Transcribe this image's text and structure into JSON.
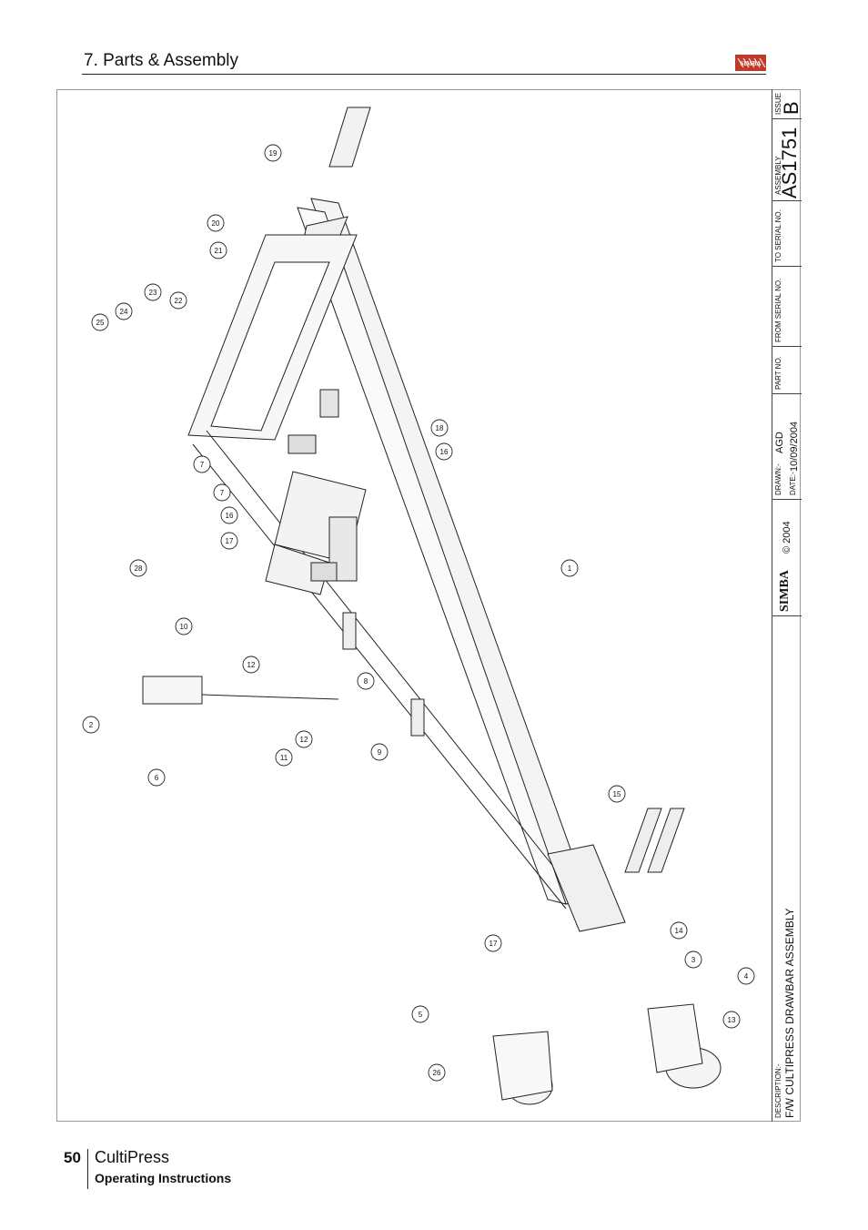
{
  "header": {
    "section_title": "7. Parts & Assembly",
    "logo_text": "SIMBA"
  },
  "title_block": {
    "description_label": "DESCRIPTION:-",
    "description": "F/W CULTIPRESS DRAWBAR ASSEMBLY",
    "company": "SIMBA",
    "copyright": "© 2004",
    "drawn_label": "DRAWN:-",
    "drawn_by": "AGD",
    "date_label": "DATE:-",
    "date": "10/09/2004",
    "part_no_label": "PART NO.",
    "from_serial_label": "FROM SERIAL NO.",
    "to_serial_label": "TO SERIAL NO.",
    "assembly_label": "ASSEMBLY",
    "assembly_no": "AS1751",
    "issue_label": "ISSUE",
    "issue": "B"
  },
  "part_callouts": [
    "19",
    "20",
    "21",
    "25",
    "24",
    "23",
    "22",
    "18",
    "16",
    "7",
    "7",
    "16",
    "17",
    "28",
    "1",
    "10",
    "12",
    "2",
    "8",
    "12",
    "11",
    "9",
    "6",
    "15",
    "17",
    "14",
    "3",
    "4",
    "5",
    "13",
    "26"
  ],
  "footer": {
    "page_number": "50",
    "product_name": "CultiPress",
    "doc_type": "Operating Instructions"
  }
}
